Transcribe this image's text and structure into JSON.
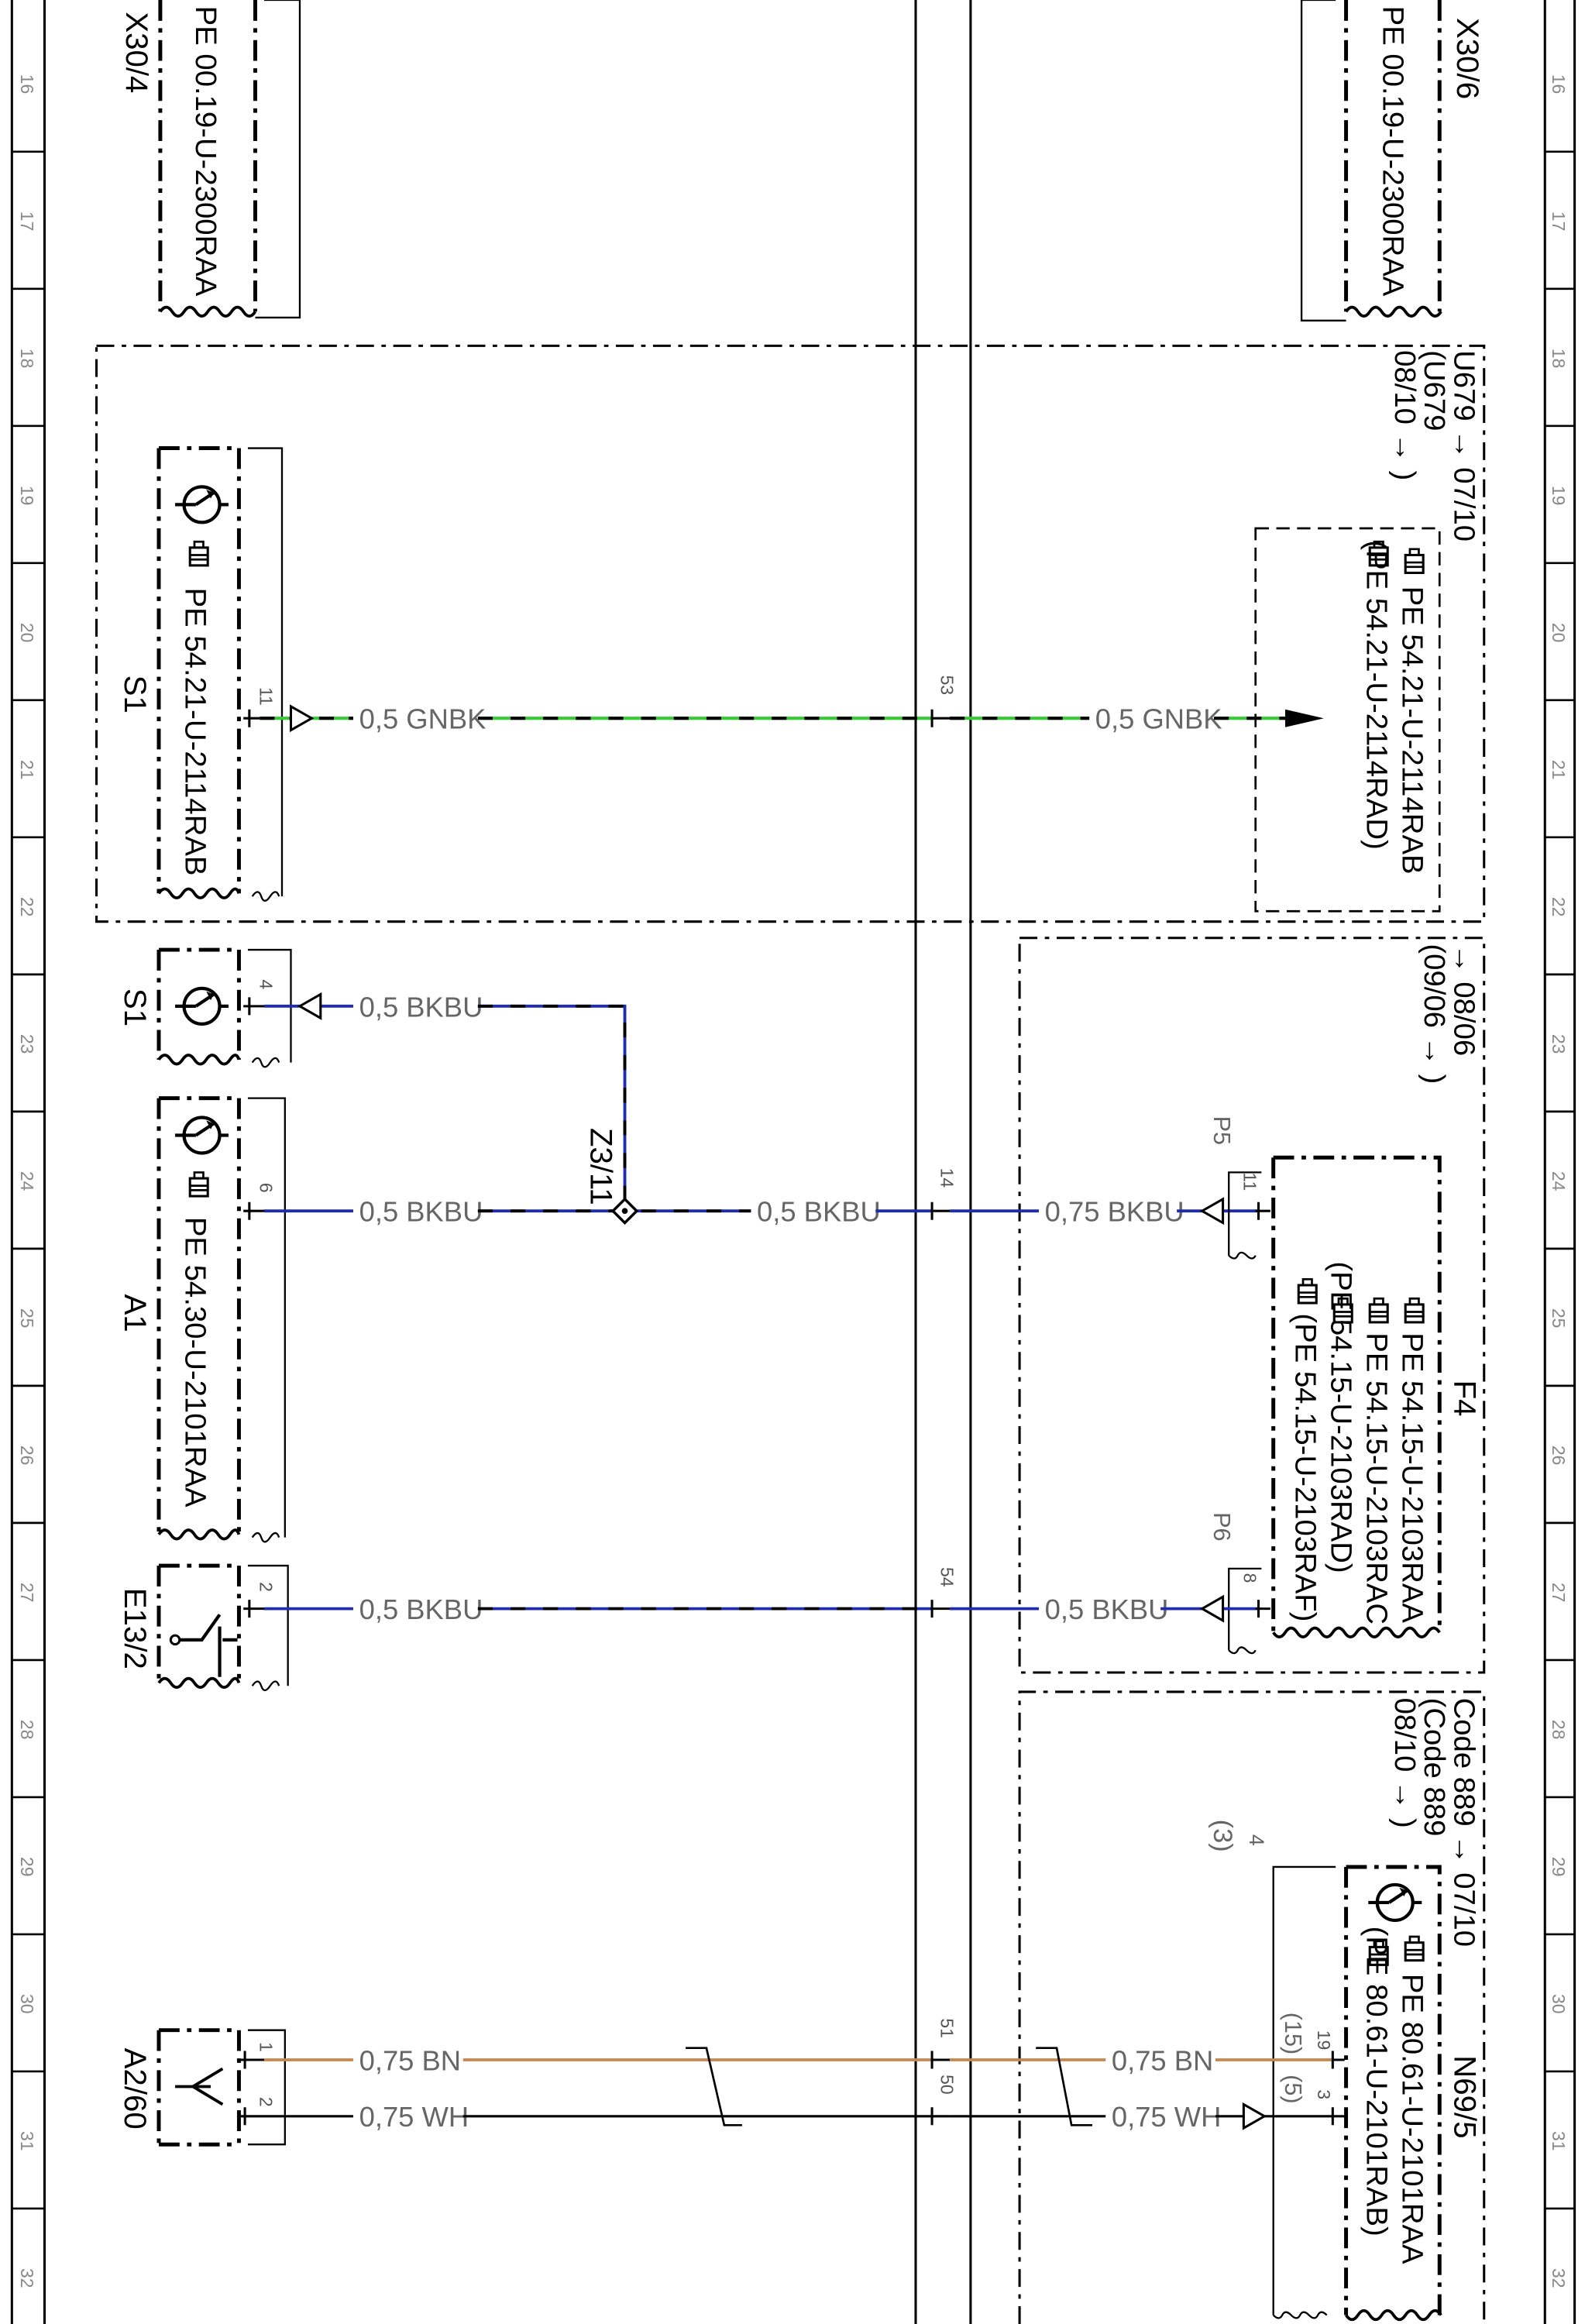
{
  "colors": {
    "green": "#33cc33",
    "blue": "#1f2bb0",
    "brown": "#c8864b",
    "black": "#000000",
    "wire_label": "#666666"
  },
  "grid": {
    "rows": [
      "16",
      "17",
      "18",
      "19",
      "20",
      "21",
      "22",
      "23",
      "24",
      "25",
      "26",
      "27",
      "28",
      "29",
      "30",
      "31",
      "32"
    ]
  },
  "components": {
    "x30_4": {
      "name": "X30/4",
      "ref": "PE 00.19-U-2300RAA"
    },
    "x30_6": {
      "name": "X30/6",
      "ref": "PE 00.19-U-2300RAA"
    },
    "s1_main": {
      "name": "S1",
      "ref": "PE 54.21-U-2114RAB",
      "pin": "11"
    },
    "s1_second": {
      "name": "S1",
      "pin": "4"
    },
    "a1": {
      "name": "A1",
      "ref": "PE 54.30-U-2101RAA",
      "pin": "6"
    },
    "e13_2": {
      "name": "E13/2",
      "pin": "2"
    },
    "a2_60": {
      "name": "A2/60",
      "pins": [
        "1",
        "2"
      ]
    },
    "u679_block": {
      "label_lines": [
        "U679 → 07/10",
        "(U679",
        "08/10 → )"
      ],
      "refs": [
        "PE 54.21-U-2114RAB",
        "(PE 54.21-U-2114RAD)"
      ]
    },
    "block_0806": {
      "label_lines": [
        "→ 08/06",
        "(09/06 → )"
      ]
    },
    "f4": {
      "name": "F4",
      "refs": [
        "PE 54.15-U-2103RAA",
        "PE 54.15-U-2103RAC",
        "(PE 54.15-U-2103RAD)",
        "(PE 54.15-U-2103RAF)"
      ],
      "connectors": [
        "P5",
        "P6"
      ],
      "pins": [
        "11",
        "8"
      ]
    },
    "code889_block": {
      "label_lines": [
        "Code 889 → 07/10",
        "(Code 889",
        "08/10 → )"
      ]
    },
    "n69_5": {
      "name": "N69/5",
      "refs": [
        "PE 80.61-U-2101RAA",
        "(PE 80.61-U-2101RAB)"
      ],
      "pins": [
        "4",
        "(3)",
        "19",
        "(15)",
        "3",
        "(5)"
      ]
    },
    "z3_11": {
      "name": "Z3/11"
    }
  },
  "trunk_pins": [
    "53",
    "14",
    "54",
    "51",
    "50"
  ],
  "wires": {
    "w20_left": "0,5 GNBK",
    "w20_right": "0,5 GNBK",
    "w23": "0,5 BKBU",
    "w24_left": "0,5 BKBU",
    "w24_mid": "0,5 BKBU",
    "w24_right": "0,75 BKBU",
    "w27_left": "0,5 BKBU",
    "w27_right": "0,5 BKBU",
    "w30_left": "0,75 BN",
    "w30_right": "0,75 BN",
    "w31_left": "0,75 WH",
    "w31_right": "0,75 WH"
  }
}
